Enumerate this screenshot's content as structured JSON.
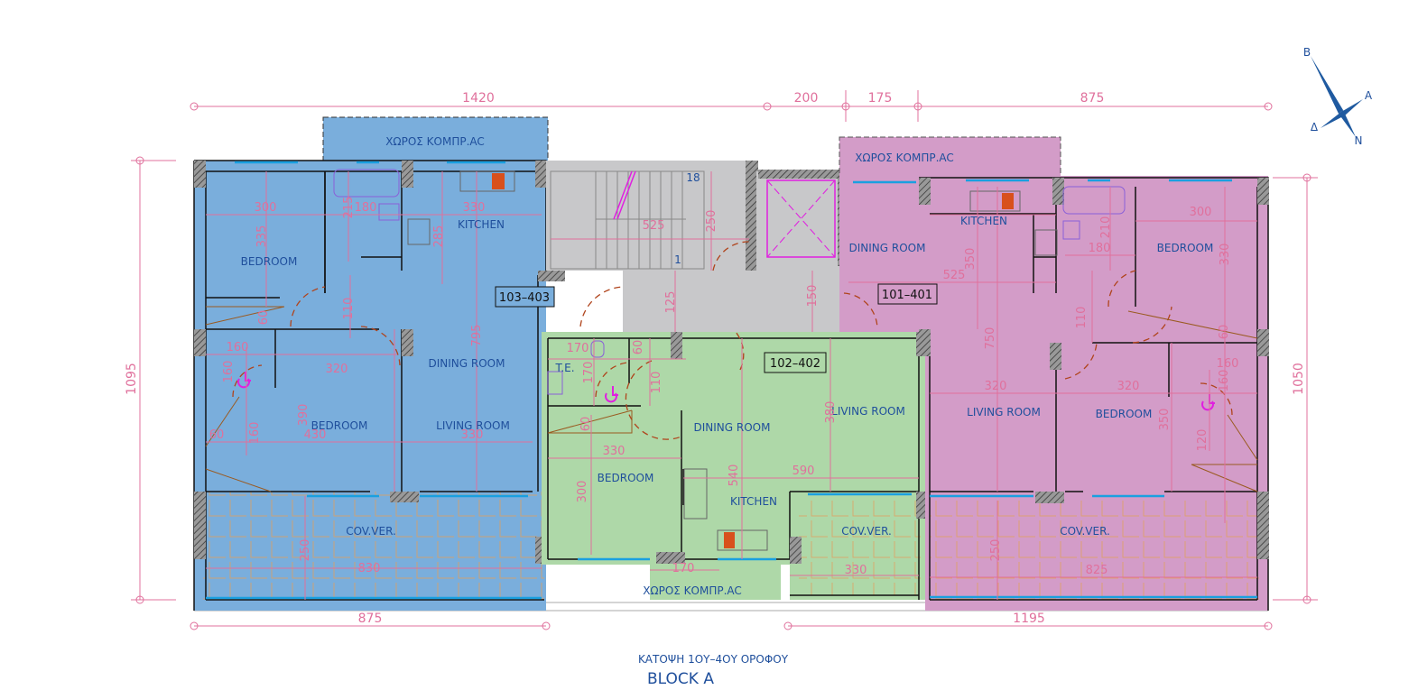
{
  "colors": {
    "unit_103_403": "#7aaedc",
    "unit_102_402": "#aed8a8",
    "unit_101_401": "#d39cc8",
    "common": "#c8c8ca",
    "labels": "#1f4f9c",
    "dimensions": "#e0709c"
  },
  "overall_dims": {
    "top": [
      "1420",
      "200",
      "175",
      "875"
    ],
    "left": "1095",
    "right": "1050",
    "bottom_left": "875",
    "bottom_right": "1195"
  },
  "compass": {
    "north_label": "B",
    "east_label": "A",
    "west_label": "Δ",
    "south_label": "N"
  },
  "unit_103_403": {
    "id": "103–403",
    "rooms": {
      "ac": "ΧΩΡΟΣ ΚΟΜΠΡ.AC",
      "bedroom1": "BEDROOM",
      "kitchen": "KITCHEN",
      "dining": "DINING ROOM",
      "bedroom2": "BEDROOM",
      "living": "LIVING ROOM",
      "veranda": "COV.VER."
    },
    "dims": [
      "300",
      "335",
      "215",
      "180",
      "330",
      "285",
      "110",
      "795",
      "60",
      "160",
      "160",
      "320",
      "390",
      "430",
      "330",
      "60",
      "160",
      "250",
      "830"
    ]
  },
  "common_area": {
    "stair_top": "18",
    "stair_bottom": "1",
    "dims": [
      "525",
      "250",
      "125",
      "150"
    ]
  },
  "unit_102_402": {
    "id": "102–402",
    "rooms": {
      "wc": "T.E.",
      "dining": "DINING ROOM",
      "living": "LIVING ROOM",
      "bedroom": "BEDROOM",
      "kitchen": "KITCHEN",
      "veranda": "COV.VER.",
      "ac": "ΧΩΡΟΣ ΚΟΜΠΡ.AC"
    },
    "dims": [
      "170",
      "170",
      "60",
      "110",
      "380",
      "60",
      "330",
      "300",
      "540",
      "590",
      "330",
      "170"
    ]
  },
  "unit_101_401": {
    "id": "101–401",
    "rooms": {
      "ac": "ΧΩΡΟΣ ΚΟΜΠΡ.AC",
      "kitchen": "KITCHEN",
      "dining": "DINING ROOM",
      "bedroom1": "BEDROOM",
      "living": "LIVING ROOM",
      "bedroom2": "BEDROOM",
      "veranda": "COV.VER."
    },
    "dims": [
      "350",
      "525",
      "210",
      "180",
      "300",
      "330",
      "110",
      "750",
      "60",
      "160",
      "160",
      "320",
      "320",
      "350",
      "120",
      "250",
      "825"
    ]
  },
  "title": {
    "caption": "ΚΑΤΟΨΗ 1ΟΥ–4ΟΥ ΟΡΟΦΟΥ",
    "block": "BLOCK A"
  }
}
